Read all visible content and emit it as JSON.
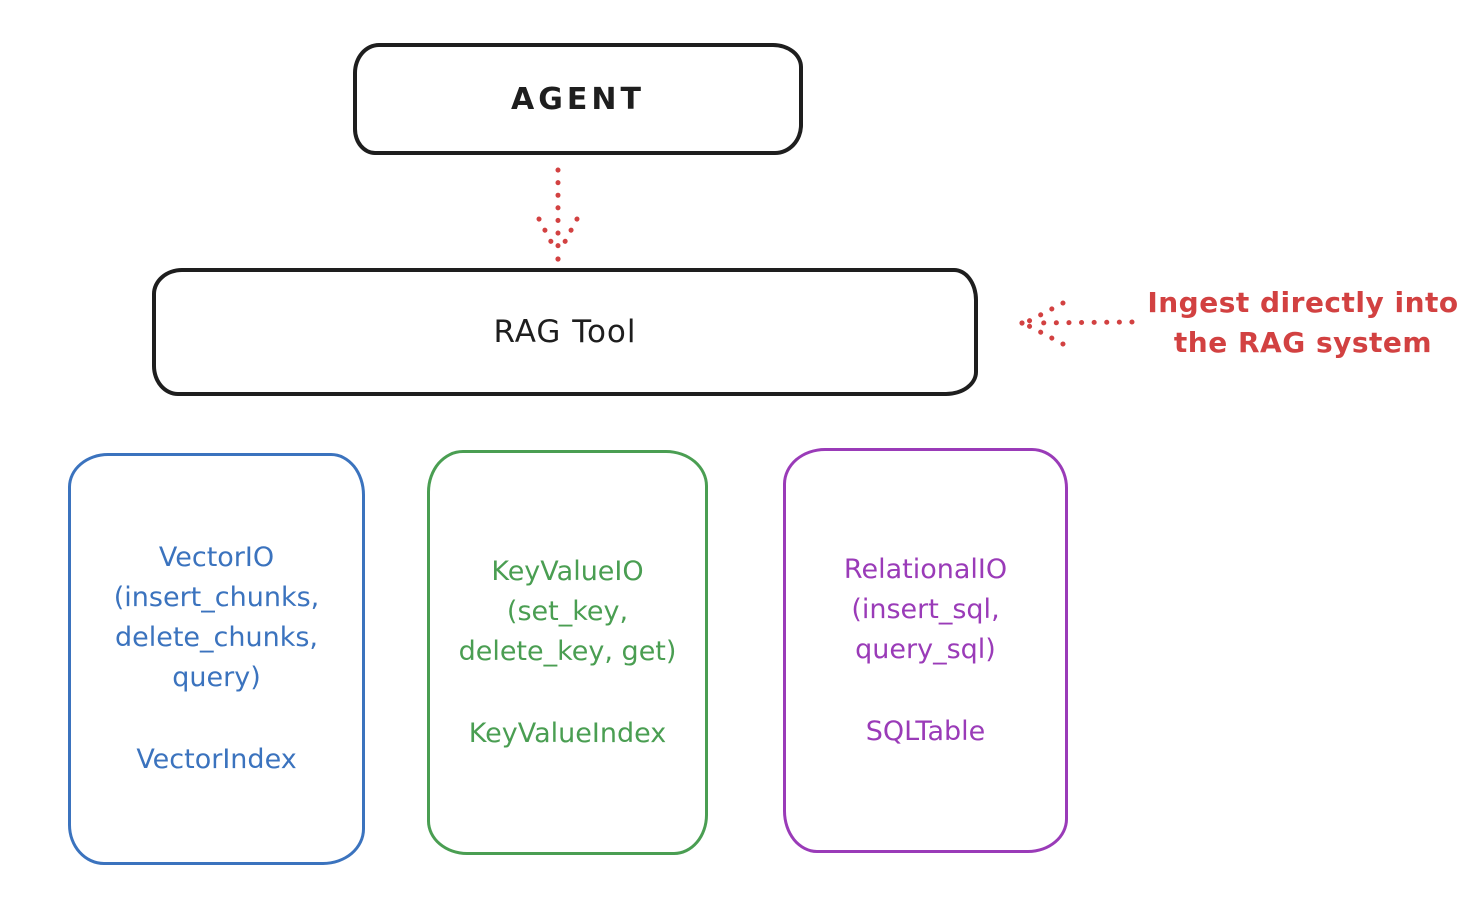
{
  "colors": {
    "ink": "#1e1e1e",
    "red": "#d24141",
    "blue": "#3b73be",
    "green": "#4a9e52",
    "purple": "#9a3bb8"
  },
  "nodes": {
    "agent": {
      "label": "AGENT"
    },
    "rag_tool": {
      "label": "RAG Tool"
    },
    "vector_io": {
      "title": "VectorIO\n(insert_chunks,\ndelete_chunks,\nquery)",
      "index": "VectorIndex"
    },
    "key_value_io": {
      "title": "KeyValueIO\n(set_key,\ndelete_key, get)",
      "index": "KeyValueIndex"
    },
    "relational_io": {
      "title": "RelationalIO\n(insert_sql,\nquery_sql)",
      "index": "SQLTable"
    }
  },
  "annotations": {
    "ingest_note": "Ingest directly into\nthe RAG system"
  },
  "icons": {
    "agent_to_rag_arrow": "dotted-down-arrow",
    "ingest_arrow": "dotted-left-arrow"
  }
}
